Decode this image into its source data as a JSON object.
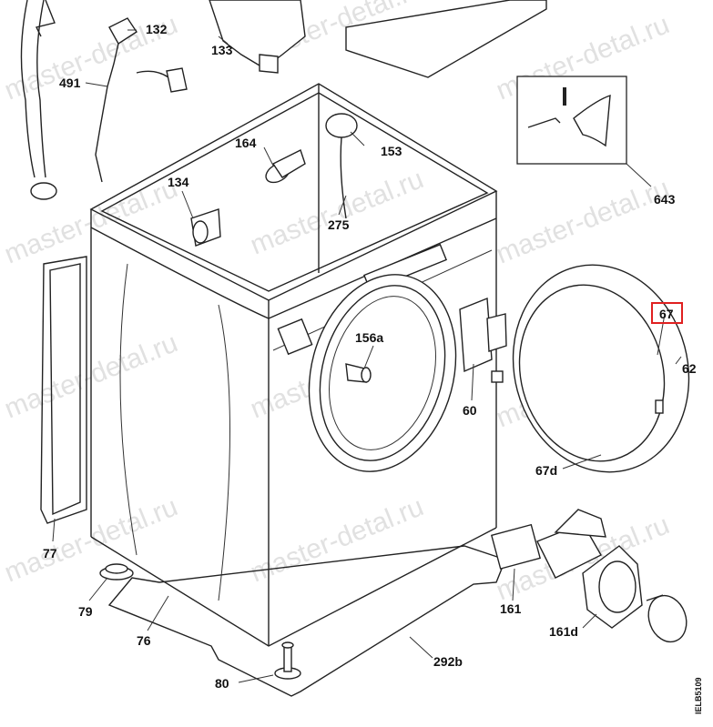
{
  "watermark": "master-detal.ru",
  "drawing_code": "IELB5109",
  "highlight_color": "#e02020",
  "highlighted_part": "67",
  "parts": [
    {
      "id": "p132",
      "label": "132"
    },
    {
      "id": "p133",
      "label": "133"
    },
    {
      "id": "p491",
      "label": "491"
    },
    {
      "id": "p164",
      "label": "164"
    },
    {
      "id": "p153",
      "label": "153"
    },
    {
      "id": "p134",
      "label": "134"
    },
    {
      "id": "p275",
      "label": "275"
    },
    {
      "id": "p643",
      "label": "643"
    },
    {
      "id": "p67",
      "label": "67"
    },
    {
      "id": "p62",
      "label": "62"
    },
    {
      "id": "p156a",
      "label": "156a"
    },
    {
      "id": "p60",
      "label": "60"
    },
    {
      "id": "p67d",
      "label": "67d"
    },
    {
      "id": "p77",
      "label": "77"
    },
    {
      "id": "p79",
      "label": "79"
    },
    {
      "id": "p76",
      "label": "76"
    },
    {
      "id": "p161",
      "label": "161"
    },
    {
      "id": "p161d",
      "label": "161d"
    },
    {
      "id": "p80",
      "label": "80"
    },
    {
      "id": "p292b",
      "label": "292b"
    }
  ]
}
